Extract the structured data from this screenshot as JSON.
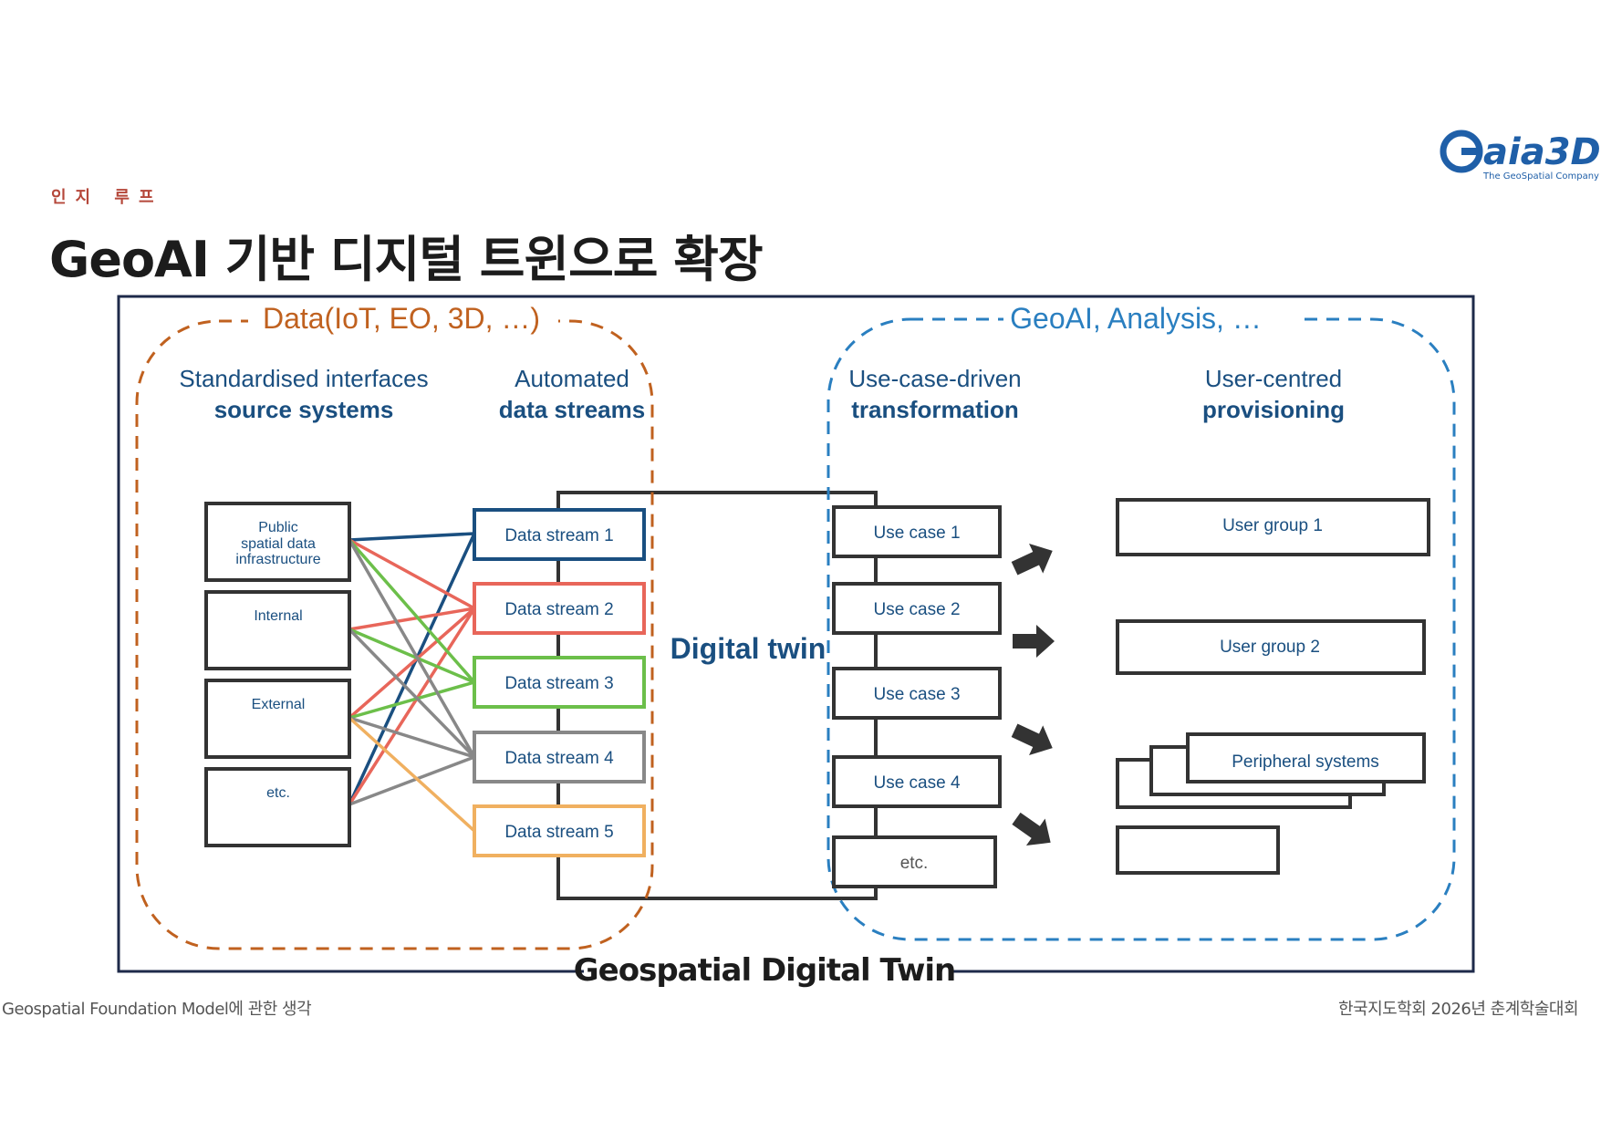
{
  "header": {
    "section_label": "인지 루프",
    "title": "GeoAI 기반 디지털 트윈으로 확장"
  },
  "logo": {
    "name": "Gaia3D",
    "tagline": "The GeoSpatial Company",
    "color": "#1f5fa8"
  },
  "diagram": {
    "outer_label": "Geospatial Digital Twin",
    "left_group": {
      "label": "Data(IoT, EO, 3D, …)",
      "color": "#c0611f",
      "col1_header": [
        "Standardised interfaces",
        "source systems"
      ],
      "col2_header": [
        "Automated",
        "data streams"
      ],
      "sources": [
        [
          "Public",
          "spatial data",
          "infrastructure"
        ],
        [
          "Internal"
        ],
        [
          "External"
        ],
        [
          "etc."
        ]
      ],
      "streams": [
        {
          "label": "Data stream 1",
          "color": "#1a4f80"
        },
        {
          "label": "Data stream 2",
          "color": "#e8665a"
        },
        {
          "label": "Data stream 3",
          "color": "#6cbf4a"
        },
        {
          "label": "Data stream 4",
          "color": "#888888"
        },
        {
          "label": "Data stream 5",
          "color": "#f0b060"
        }
      ]
    },
    "center": {
      "label": "Digital twin"
    },
    "right_group": {
      "label": "GeoAI, Analysis, …",
      "color": "#2a7fc0",
      "col3_header": [
        "Use-case-driven",
        "transformation"
      ],
      "col4_header": [
        "User-centred",
        "provisioning"
      ],
      "use_cases": [
        "Use case 1",
        "Use case 2",
        "Use case 3",
        "Use case 4",
        "etc."
      ],
      "user_groups": [
        "User group 1",
        "User group 2"
      ],
      "peripheral": "Peripheral systems"
    }
  },
  "footer": {
    "left": "Geospatial Foundation Model에 관한 생각",
    "right": "한국지도학회 2026년 춘계학술대회"
  }
}
